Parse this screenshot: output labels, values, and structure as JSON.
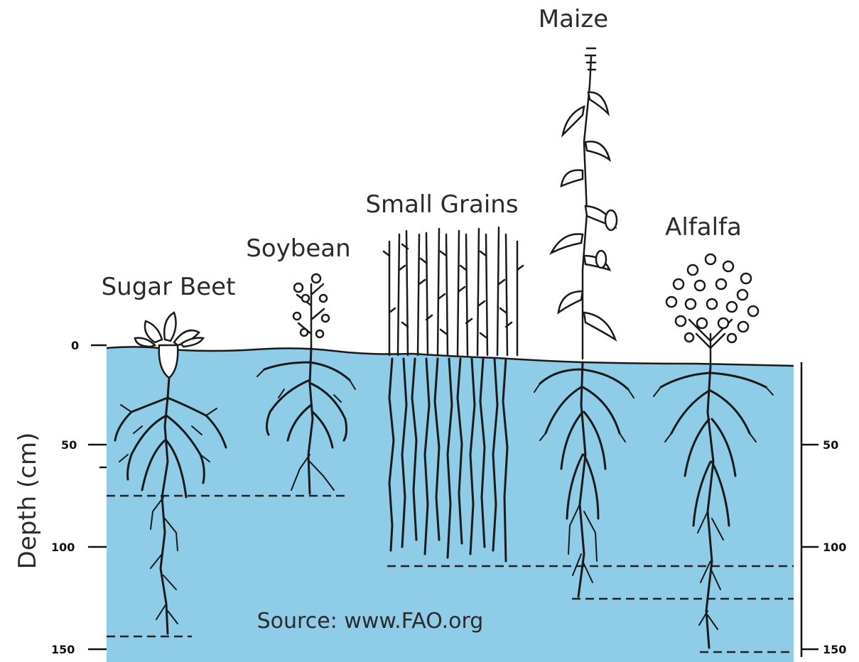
{
  "crops": [
    {
      "name": "Sugar Beet",
      "max_depth_cm": 145
    },
    {
      "name": "Soybean",
      "max_depth_cm": 75
    },
    {
      "name": "Small Grains",
      "max_depth_cm": 110
    },
    {
      "name": "Maize",
      "max_depth_cm": 125
    },
    {
      "name": "Alfalfa",
      "max_depth_cm": 155
    }
  ],
  "axis": {
    "title": "Depth (cm)",
    "left_ticks": [
      "0",
      "50",
      "100",
      "150"
    ],
    "right_ticks": [
      "50",
      "100",
      "150"
    ]
  },
  "source": "Source: www.FAO.org",
  "colors": {
    "soil": "#8fcce8",
    "ink": "#1a1a1a",
    "label": "#2b2b2b"
  }
}
